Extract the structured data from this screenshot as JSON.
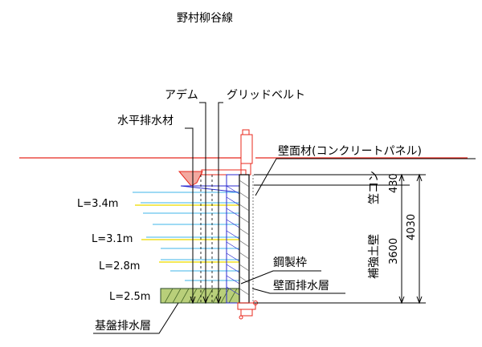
{
  "title": "野村柳谷線",
  "labels": {
    "adem": "アデム",
    "grid_belt": "グリッドベルト",
    "horizontal_drain": "水平排水材",
    "wall_material": "壁面材(コンクリートパネル)",
    "steel_frame": "鋼製枠",
    "wall_drain_layer": "壁面排水層",
    "base_drain_layer": "基盤排水層",
    "reinforced_wall": "補強土壁",
    "coping": "笠コン"
  },
  "lengths": [
    {
      "text": "L=3.4m"
    },
    {
      "text": "L=3.1m"
    },
    {
      "text": "L=2.8m"
    },
    {
      "text": "L=2.5m"
    }
  ],
  "dimensions": {
    "coping_height": "430",
    "wall_height": "3600",
    "total_height": "4030"
  },
  "colors": {
    "ground_line": "#e8281e",
    "drain": "#3fb6e8",
    "grid_belt": "#f0e020",
    "steel": "#2a2ad0",
    "base_fill": "#b9cf7a",
    "dimension": "#000000"
  }
}
